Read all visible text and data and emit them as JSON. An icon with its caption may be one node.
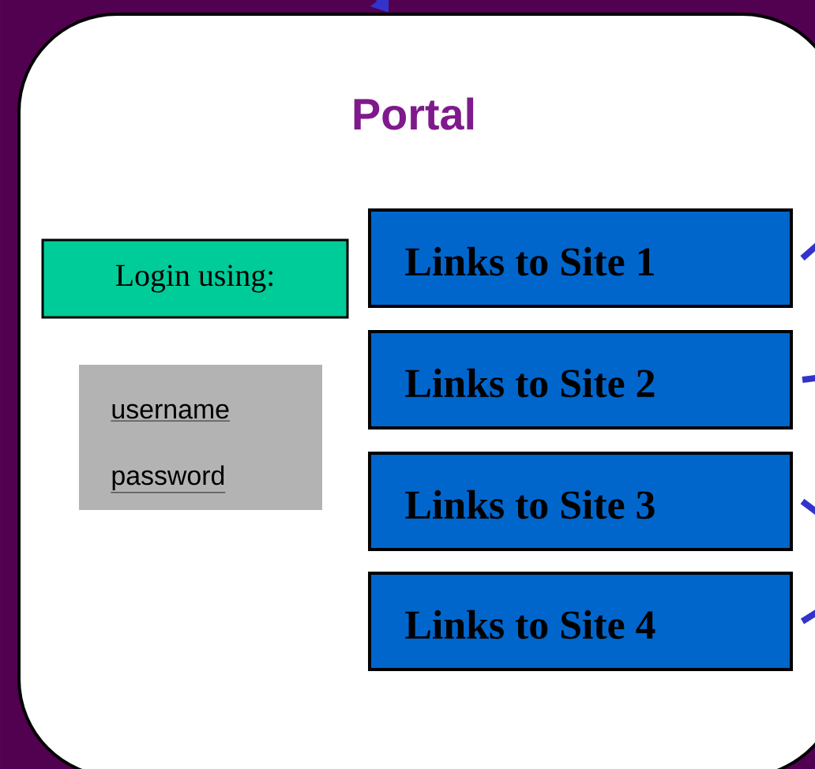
{
  "diagram": {
    "nodes": [
      {
        "text": [
          "Portal"
        ]
      },
      {
        "text": [
          "Login using:"
        ],
        "in": 0
      },
      {
        "text": [
          "username",
          "password"
        ],
        "in": 0
      },
      {
        "text": [
          "Links to Site 1"
        ],
        "in": 0
      },
      {
        "text": [
          "Links to Site 2"
        ],
        "in": 0
      },
      {
        "text": [
          "Links to Site 3"
        ],
        "in": 0
      },
      {
        "text": [
          "Links to Site 4"
        ],
        "in": 0
      }
    ],
    "edges": [
      {
        "from": null,
        "to": 0,
        "arrow": "to"
      },
      {
        "from": 3,
        "to": null,
        "arrow": "none"
      },
      {
        "from": 4,
        "to": null,
        "arrow": "none"
      },
      {
        "from": 5,
        "to": null,
        "arrow": "none"
      },
      {
        "from": 6,
        "to": null,
        "arrow": "none"
      }
    ]
  }
}
